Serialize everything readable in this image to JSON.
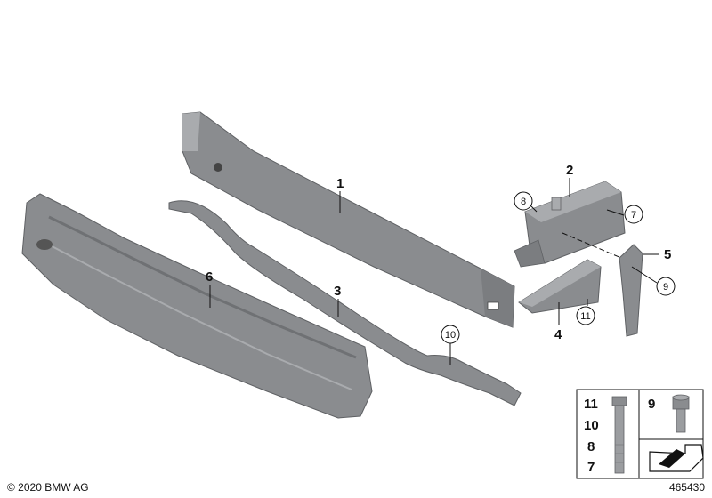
{
  "colors": {
    "part_fill": "#8a8c8f",
    "part_dark": "#5f6164",
    "part_light": "#a9abae",
    "line": "#111111"
  },
  "callouts": {
    "c1": "1",
    "c2": "2",
    "c3": "3",
    "c4": "4",
    "c5": "5",
    "c6": "6",
    "c7": "7",
    "c8": "8",
    "c9": "9",
    "c10": "10",
    "c11": "11"
  },
  "legend": {
    "left_numbers": [
      "11",
      "10",
      "8",
      "7"
    ],
    "right_number": "9"
  },
  "footer": {
    "copyright": "© 2020 BMW AG",
    "diagram_id": "465430"
  }
}
